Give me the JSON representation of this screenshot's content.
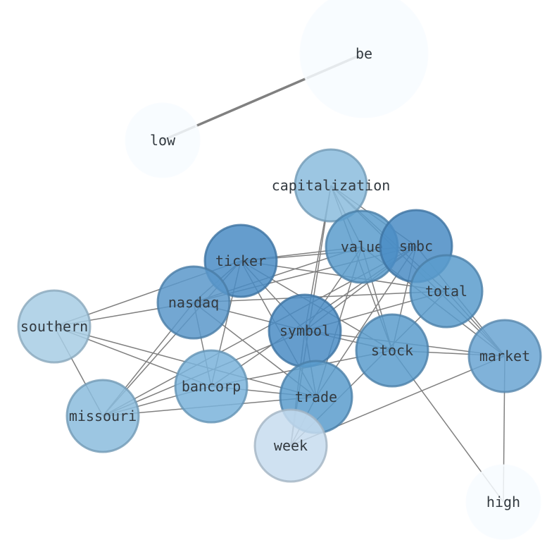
{
  "nodes": [
    {
      "id": "be",
      "label": "be",
      "color": "#f7fbff"
    },
    {
      "id": "low",
      "label": "low",
      "color": "#f7fbff"
    },
    {
      "id": "capitalization",
      "label": "capitalization",
      "color": "#8bbcdd"
    },
    {
      "id": "value",
      "label": "value",
      "color": "#5b9ccc"
    },
    {
      "id": "smbc",
      "label": "smbc",
      "color": "#4a8cc4"
    },
    {
      "id": "ticker",
      "label": "ticker",
      "color": "#4a8cc4"
    },
    {
      "id": "total",
      "label": "total",
      "color": "#5b9ccc"
    },
    {
      "id": "nasdaq",
      "label": "nasdaq",
      "color": "#5a98ca"
    },
    {
      "id": "southern",
      "label": "southern",
      "color": "#a7cde4"
    },
    {
      "id": "symbol",
      "label": "symbol",
      "color": "#4a8cc4"
    },
    {
      "id": "stock",
      "label": "stock",
      "color": "#5b9ccc"
    },
    {
      "id": "market",
      "label": "market",
      "color": "#6aa5d2"
    },
    {
      "id": "bancorp",
      "label": "bancorp",
      "color": "#7ab3db"
    },
    {
      "id": "trade",
      "label": "trade",
      "color": "#5b9ccc"
    },
    {
      "id": "missouri",
      "label": "missouri",
      "color": "#8bbcdd"
    },
    {
      "id": "week",
      "label": "week",
      "color": "#c7dcee"
    },
    {
      "id": "high",
      "label": "high",
      "color": "#f7fbff"
    }
  ],
  "edges": [
    [
      "be",
      "low"
    ],
    [
      "capitalization",
      "value"
    ],
    [
      "capitalization",
      "smbc"
    ],
    [
      "capitalization",
      "total"
    ],
    [
      "capitalization",
      "stock"
    ],
    [
      "capitalization",
      "market"
    ],
    [
      "capitalization",
      "symbol"
    ],
    [
      "ticker",
      "value"
    ],
    [
      "ticker",
      "smbc"
    ],
    [
      "ticker",
      "total"
    ],
    [
      "ticker",
      "nasdaq"
    ],
    [
      "ticker",
      "symbol"
    ],
    [
      "ticker",
      "stock"
    ],
    [
      "ticker",
      "bancorp"
    ],
    [
      "ticker",
      "missouri"
    ],
    [
      "ticker",
      "trade"
    ],
    [
      "ticker",
      "southern"
    ],
    [
      "value",
      "symbol"
    ],
    [
      "value",
      "stock"
    ],
    [
      "value",
      "market"
    ],
    [
      "value",
      "trade"
    ],
    [
      "value",
      "nasdaq"
    ],
    [
      "smbc",
      "symbol"
    ],
    [
      "smbc",
      "stock"
    ],
    [
      "smbc",
      "market"
    ],
    [
      "smbc",
      "trade"
    ],
    [
      "smbc",
      "bancorp"
    ],
    [
      "smbc",
      "missouri"
    ],
    [
      "smbc",
      "nasdaq"
    ],
    [
      "total",
      "symbol"
    ],
    [
      "total",
      "market"
    ],
    [
      "total",
      "week"
    ],
    [
      "total",
      "nasdaq"
    ],
    [
      "nasdaq",
      "southern"
    ],
    [
      "nasdaq",
      "symbol"
    ],
    [
      "nasdaq",
      "bancorp"
    ],
    [
      "nasdaq",
      "missouri"
    ],
    [
      "nasdaq",
      "trade"
    ],
    [
      "southern",
      "missouri"
    ],
    [
      "southern",
      "trade"
    ],
    [
      "southern",
      "bancorp"
    ],
    [
      "symbol",
      "stock"
    ],
    [
      "symbol",
      "market"
    ],
    [
      "symbol",
      "week"
    ],
    [
      "symbol",
      "trade"
    ],
    [
      "symbol",
      "missouri"
    ],
    [
      "stock",
      "market"
    ],
    [
      "stock",
      "high"
    ],
    [
      "stock",
      "bancorp"
    ],
    [
      "market",
      "high"
    ],
    [
      "market",
      "week"
    ],
    [
      "bancorp",
      "missouri"
    ],
    [
      "bancorp",
      "trade"
    ],
    [
      "trade",
      "missouri"
    ],
    [
      "trade",
      "week"
    ],
    [
      "week",
      "capitalization"
    ]
  ]
}
